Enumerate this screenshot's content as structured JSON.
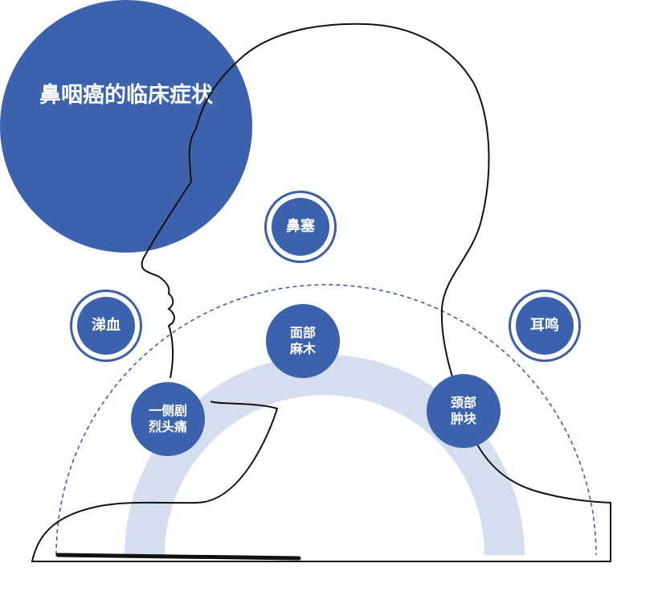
{
  "title": "鼻咽癌的临床症状",
  "colors": {
    "primary": "#3d62ad",
    "inner_ring": "#d3deee",
    "outline": "#111111",
    "dashed": "#3c5fa8"
  },
  "outer_symptoms": [
    {
      "id": "epistaxis",
      "label": "涕血"
    },
    {
      "id": "nasal-congestion",
      "label": "鼻塞"
    },
    {
      "id": "tinnitus",
      "label": "耳鸣"
    }
  ],
  "inner_symptoms": [
    {
      "id": "headache",
      "label": "一侧剧\n烈头痛"
    },
    {
      "id": "facial-numbness",
      "label": "面部\n麻木"
    },
    {
      "id": "neck-mass",
      "label": "颈部\n肿块"
    }
  ]
}
